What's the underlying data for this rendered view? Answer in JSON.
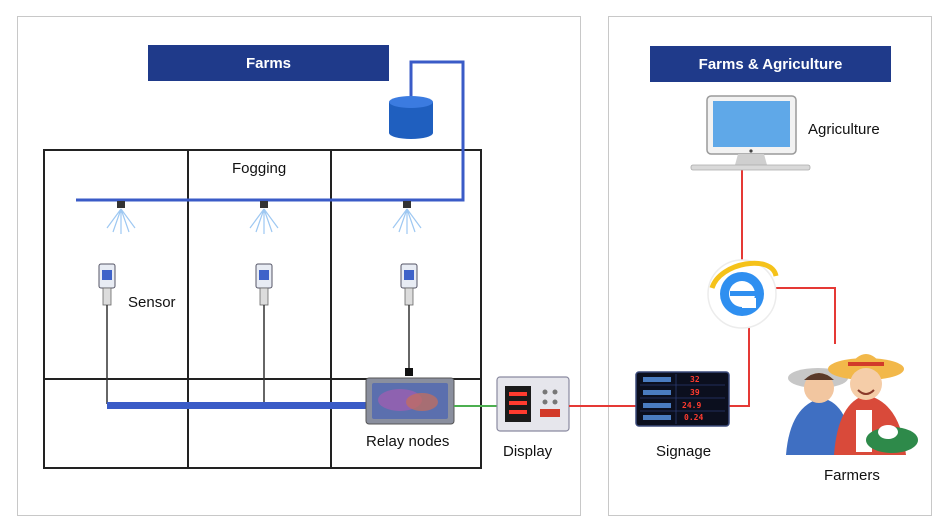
{
  "farms_panel": {
    "title": "Farms"
  },
  "agri_panel": {
    "title": "Farms & Agriculture"
  },
  "labels": {
    "fogging": "Fogging",
    "sensor": "Sensor",
    "relay_nodes": "Relay nodes",
    "display": "Display",
    "signage": "Signage",
    "agriculture": "Agriculture",
    "farmers": "Farmers"
  },
  "signage_readout": [
    "32",
    "39",
    "24.9",
    "0.24"
  ],
  "colors": {
    "banner": "#1f3a8a",
    "water_line": "#3a5bc7",
    "network_line": "#e53935",
    "display_link": "#4caf50",
    "grid": "#222222"
  },
  "icons": [
    "water-tank-icon",
    "spray-nozzle-icon",
    "sensor-icon",
    "relay-box-icon",
    "display-device-icon",
    "signage-board-icon",
    "monitor-icon",
    "browser-e-icon",
    "farmers-icon"
  ]
}
